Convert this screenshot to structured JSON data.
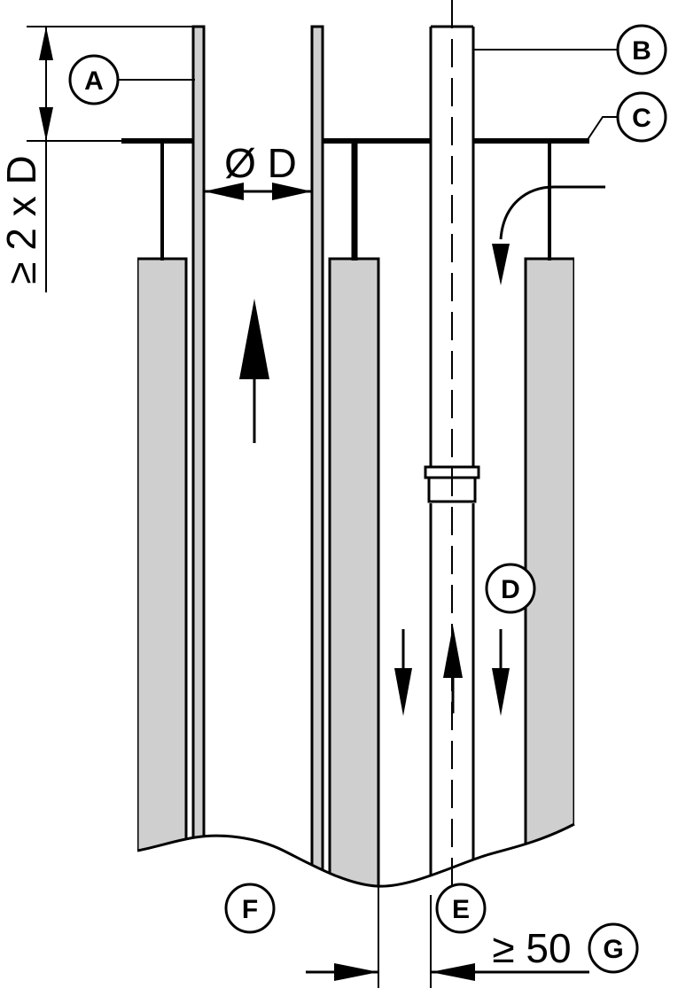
{
  "labels": {
    "A": "A",
    "B": "B",
    "C": "C",
    "D": "D",
    "E": "E",
    "F": "F",
    "G": "G"
  },
  "dimensions": {
    "diameter": "Ø D",
    "height": "≥ 2 x D",
    "gap": "≥ 50"
  },
  "colors": {
    "stroke": "#000000",
    "insulation": "#cfcfcf",
    "background": "#ffffff"
  }
}
